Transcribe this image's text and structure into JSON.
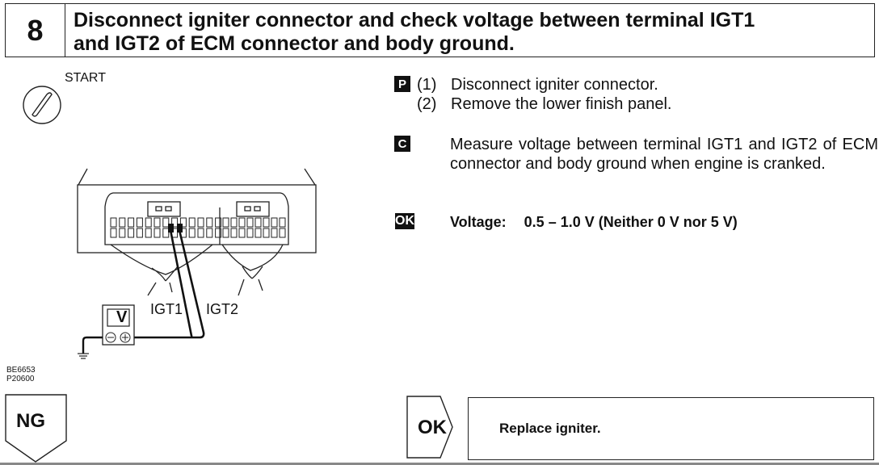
{
  "header": {
    "step_number": "8",
    "title_line1": "Disconnect igniter connector and check voltage between terminal IGT1",
    "title_line2": "and IGT2 of ECM connector and body ground."
  },
  "diagram": {
    "ignition_label": "START",
    "icon": "ignition-key-start-icon",
    "wire_labels": [
      "IGT1",
      "IGT2"
    ],
    "meter_label": "V",
    "meter_terminals": [
      "⊖",
      "⊕"
    ],
    "figure_codes": [
      "BE6653",
      "P20600"
    ]
  },
  "instructions": {
    "prepare": {
      "badge": "P",
      "steps": [
        {
          "num": "(1)",
          "text": "Disconnect igniter connector."
        },
        {
          "num": "(2)",
          "text": "Remove the lower finish panel."
        }
      ]
    },
    "check": {
      "badge": "C",
      "text": "Measure voltage between terminal IGT1 and IGT2 of ECM connector and body ground when engine is cranked."
    },
    "ok": {
      "badge": "OK",
      "label": "Voltage:",
      "value": "0.5 – 1.0 V (Neither 0 V nor 5 V)"
    }
  },
  "flow": {
    "ng_label": "NG",
    "ok_label": "OK",
    "ok_result": "Replace igniter."
  }
}
